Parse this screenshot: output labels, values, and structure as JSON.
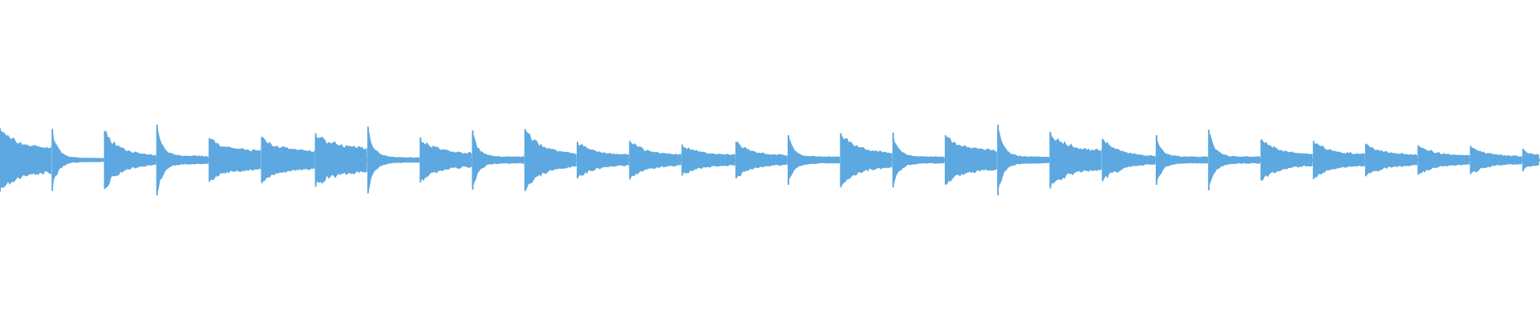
{
  "waveform": {
    "color": "#5DA8E0",
    "background": "#FFFFFF",
    "segments": [
      {
        "onset": 0.0,
        "peak": 0.9,
        "sustain": 0.34,
        "decay": "slow"
      },
      {
        "onset": 0.034,
        "peak": 0.88,
        "sustain": 0.06,
        "decay": "fast"
      },
      {
        "onset": 0.068,
        "peak": 0.82,
        "sustain": 0.1,
        "decay": "slow"
      },
      {
        "onset": 0.102,
        "peak": 1.0,
        "sustain": 0.12,
        "decay": "fast"
      },
      {
        "onset": 0.136,
        "peak": 0.62,
        "sustain": 0.26,
        "decay": "slow"
      },
      {
        "onset": 0.17,
        "peak": 0.66,
        "sustain": 0.24,
        "decay": "slow"
      },
      {
        "onset": 0.205,
        "peak": 0.76,
        "sustain": 0.34,
        "decay": "slow",
        "texture": "dense"
      },
      {
        "onset": 0.239,
        "peak": 0.94,
        "sustain": 0.08,
        "decay": "fast"
      },
      {
        "onset": 0.273,
        "peak": 0.64,
        "sustain": 0.18,
        "decay": "slow"
      },
      {
        "onset": 0.307,
        "peak": 0.84,
        "sustain": 0.1,
        "decay": "fast"
      },
      {
        "onset": 0.341,
        "peak": 0.88,
        "sustain": 0.16,
        "decay": "slow"
      },
      {
        "onset": 0.375,
        "peak": 0.52,
        "sustain": 0.14,
        "decay": "slow"
      },
      {
        "onset": 0.409,
        "peak": 0.54,
        "sustain": 0.14,
        "decay": "slow"
      },
      {
        "onset": 0.443,
        "peak": 0.44,
        "sustain": 0.14,
        "decay": "slow"
      },
      {
        "onset": 0.478,
        "peak": 0.52,
        "sustain": 0.12,
        "decay": "slow"
      },
      {
        "onset": 0.512,
        "peak": 0.7,
        "sustain": 0.1,
        "decay": "fast"
      },
      {
        "onset": 0.546,
        "peak": 0.76,
        "sustain": 0.18,
        "decay": "slow"
      },
      {
        "onset": 0.58,
        "peak": 0.78,
        "sustain": 0.1,
        "decay": "fast"
      },
      {
        "onset": 0.614,
        "peak": 0.7,
        "sustain": 0.26,
        "decay": "slow"
      },
      {
        "onset": 0.648,
        "peak": 1.0,
        "sustain": 0.1,
        "decay": "fast"
      },
      {
        "onset": 0.682,
        "peak": 0.8,
        "sustain": 0.26,
        "decay": "slow"
      },
      {
        "onset": 0.716,
        "peak": 0.6,
        "sustain": 0.1,
        "decay": "slow"
      },
      {
        "onset": 0.751,
        "peak": 0.7,
        "sustain": 0.1,
        "decay": "fast"
      },
      {
        "onset": 0.785,
        "peak": 0.86,
        "sustain": 0.1,
        "decay": "fast"
      },
      {
        "onset": 0.819,
        "peak": 0.58,
        "sustain": 0.16,
        "decay": "slow"
      },
      {
        "onset": 0.853,
        "peak": 0.54,
        "sustain": 0.16,
        "decay": "slow"
      },
      {
        "onset": 0.887,
        "peak": 0.46,
        "sustain": 0.14,
        "decay": "slow"
      },
      {
        "onset": 0.921,
        "peak": 0.42,
        "sustain": 0.12,
        "decay": "slow"
      },
      {
        "onset": 0.955,
        "peak": 0.4,
        "sustain": 0.1,
        "decay": "slow"
      },
      {
        "onset": 0.989,
        "peak": 0.32,
        "sustain": 0.14,
        "decay": "slow"
      }
    ]
  }
}
